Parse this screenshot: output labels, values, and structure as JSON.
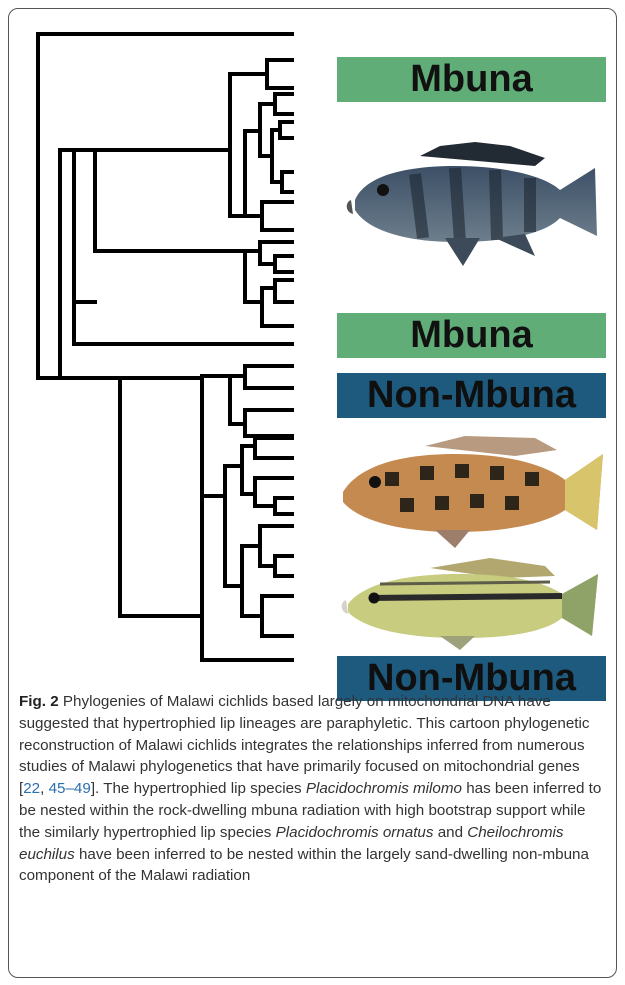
{
  "figure": {
    "labels": [
      {
        "text": "Mbuna",
        "kind": "mbuna"
      },
      {
        "text": "Mbuna",
        "kind": "mbuna"
      },
      {
        "text": "Non-Mbuna",
        "kind": "non-mbuna"
      },
      {
        "text": "Non-Mbuna",
        "kind": "non-mbuna"
      }
    ],
    "colors": {
      "mbuna": "#60ad78",
      "non_mbuna": "#1e5a7d",
      "tree": "#000000"
    }
  },
  "caption": {
    "fig_label": "Fig. 2",
    "part1": "Phylogenies of Malawi cichlids based largely on mitochondrial DNA have suggested that hypertrophied lip lineages are paraphyletic. This cartoon phylogenetic reconstruction of Malawi cichlids integrates the relationships inferred from numerous studies of Malawi phylogenetics that have primarily focused on mitochondrial genes [",
    "ref1": "22",
    "ref_sep": ", ",
    "ref2": "45–49",
    "part2": "]. The hypertrophied lip species ",
    "species1": "Placidochromis milomo",
    "part3": " has been inferred to be nested within the rock-dwelling mbuna radiation with high bootstrap support while the similarly hypertrophied lip species ",
    "species2": "Placidochromis ornatus",
    "part4": " and ",
    "species3": "Cheilochromis euchilus",
    "part5": " have been inferred to be nested within the largely sand-dwelling non-mbuna component of the Malawi radiation"
  }
}
